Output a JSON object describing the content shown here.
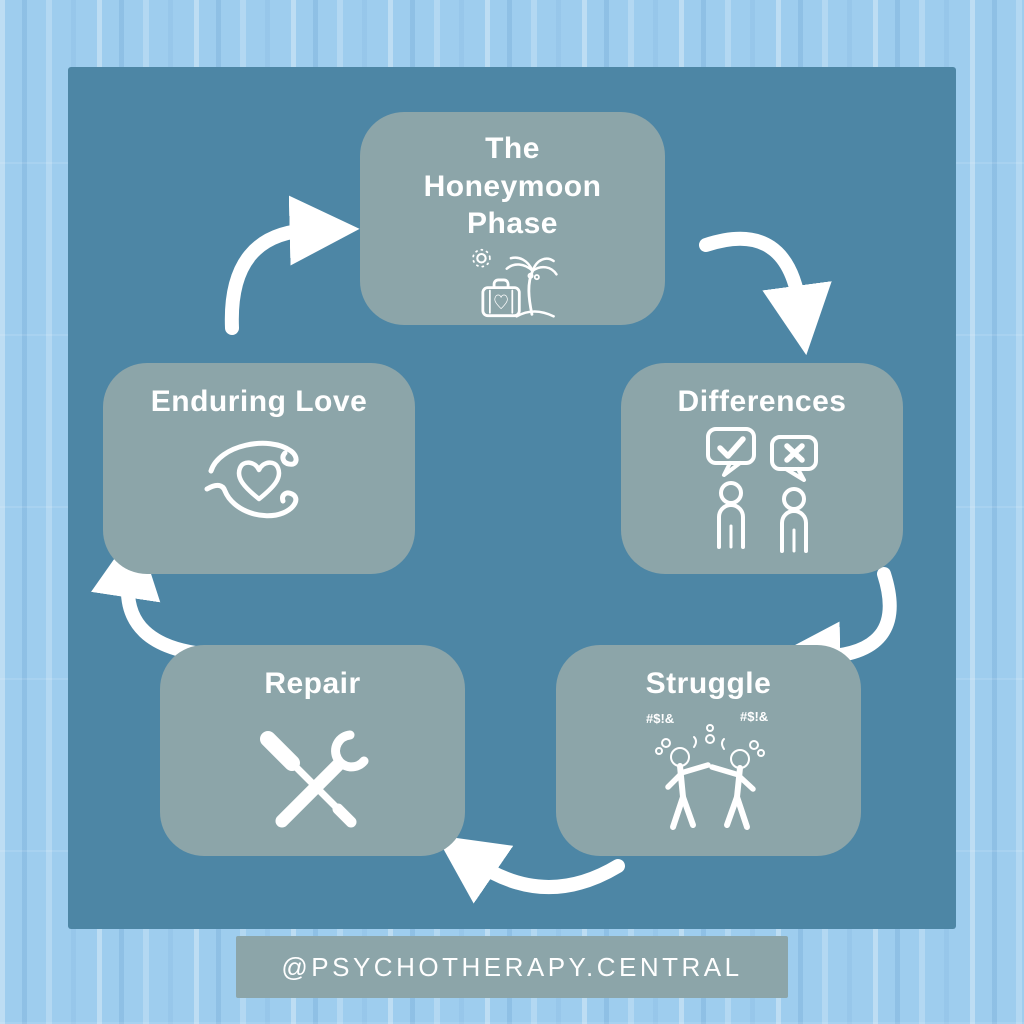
{
  "diagram": {
    "title_implicit": "",
    "stages": [
      {
        "label": "The Honeymoon Phase",
        "icon": "vacation-suitcase-palm-sun-icon"
      },
      {
        "label": "Differences",
        "icon": "two-people-speech-check-x-icon"
      },
      {
        "label": "Struggle",
        "symbols": "#$!&",
        "icon": "arguing-figures-icon"
      },
      {
        "label": "Repair",
        "icon": "crossed-wrench-screwdriver-icon"
      },
      {
        "label": "Enduring Love",
        "icon": "hands-holding-heart-icon"
      }
    ],
    "flow": [
      "The Honeymoon Phase",
      "Differences",
      "Struggle",
      "Repair",
      "Enduring Love"
    ]
  },
  "footer": {
    "handle": "@PSYCHOTHERAPY.CENTRAL"
  },
  "colors": {
    "background_wood": "#9ecdee",
    "panel": "#4d86a5",
    "card": "#8ca5a9",
    "text": "#ffffff",
    "arrow": "#ffffff"
  }
}
